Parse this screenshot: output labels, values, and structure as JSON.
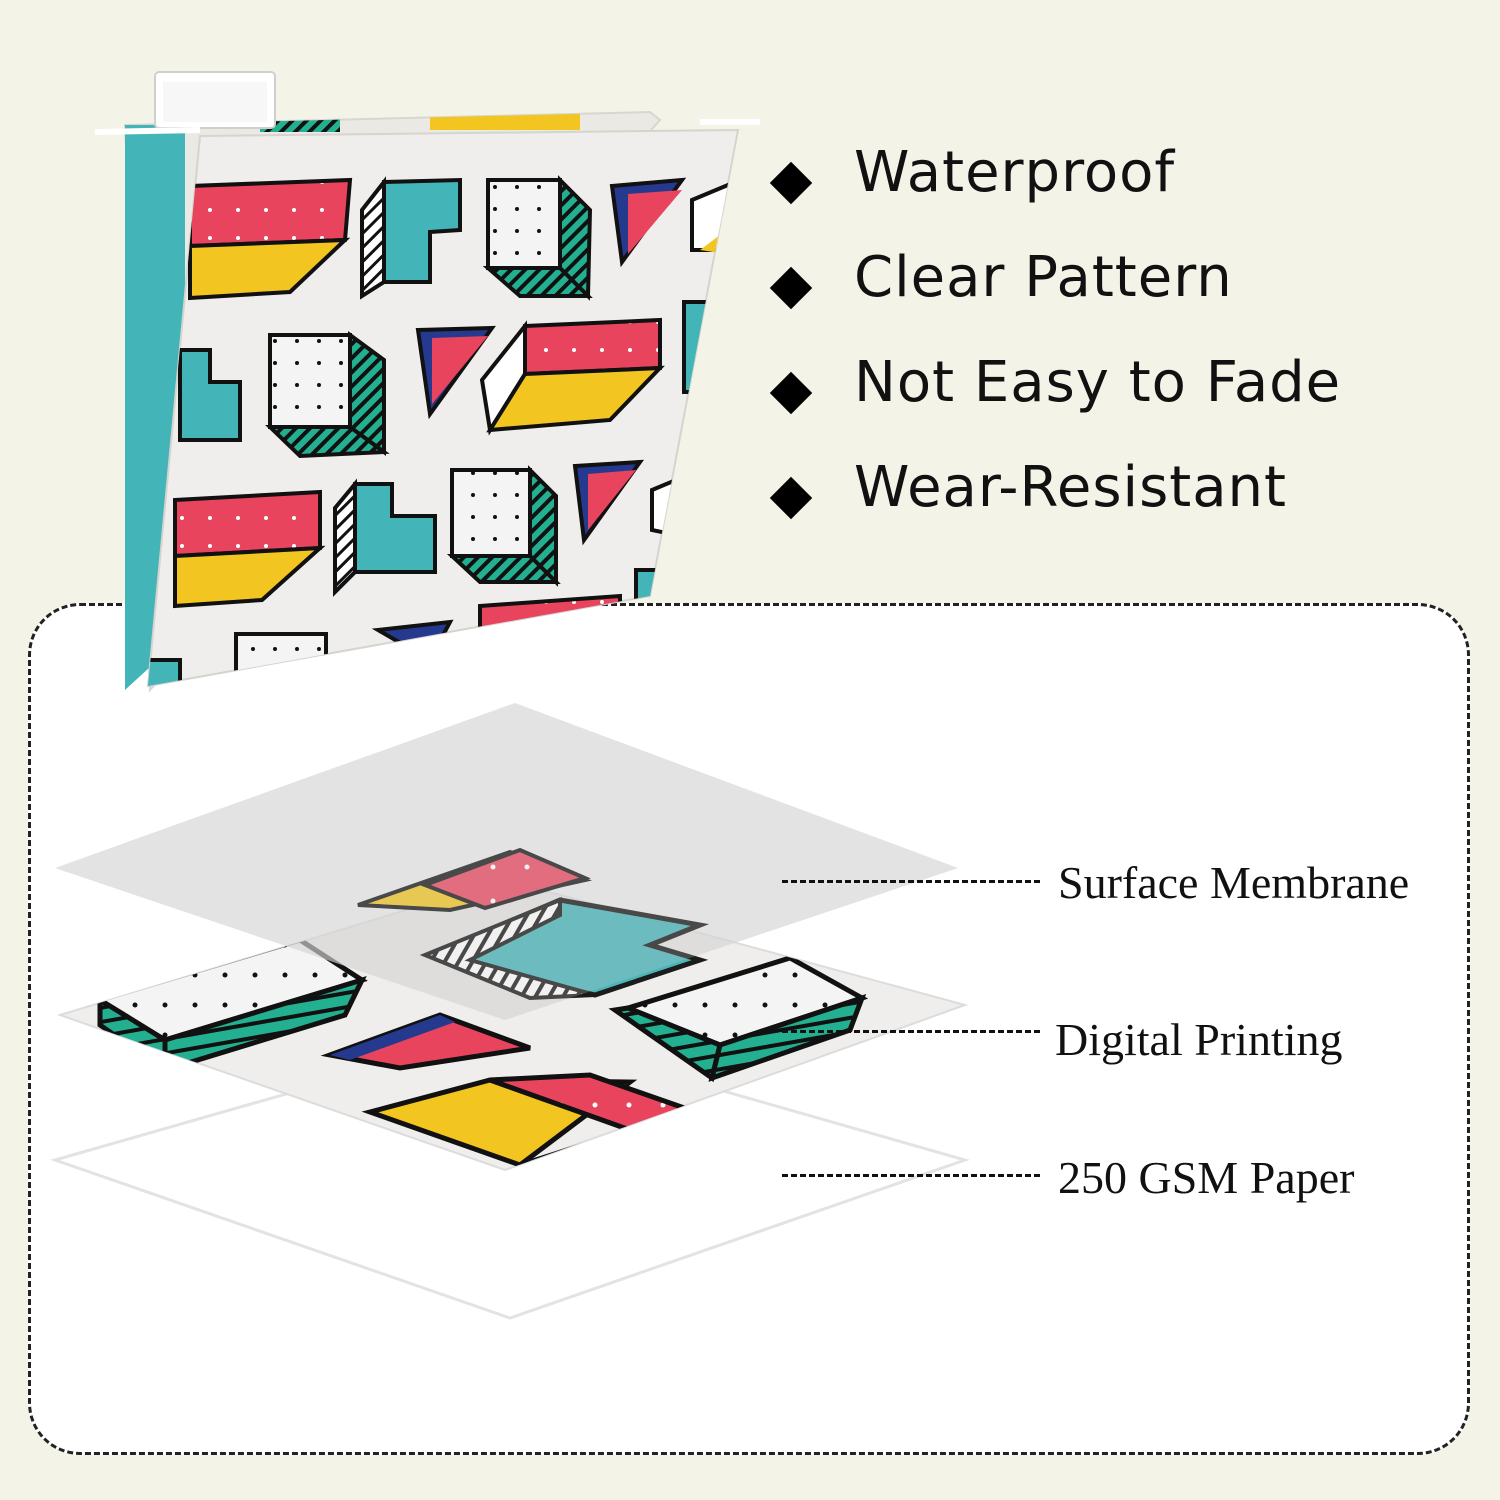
{
  "features": [
    {
      "label": "Waterproof"
    },
    {
      "label": "Clear Pattern"
    },
    {
      "label": "Not Easy to Fade"
    },
    {
      "label": "Wear-Resistant"
    }
  ],
  "layers": [
    {
      "label": "Surface Membrane"
    },
    {
      "label": "Digital Printing"
    },
    {
      "label": "250 GSM Paper"
    }
  ],
  "colors": {
    "background": "#f4f3e8",
    "pink": "#e8445e",
    "yellow": "#f2c521",
    "teal": "#43b4b8",
    "green": "#23b091",
    "navy": "#25398f",
    "paper": "#efeeec"
  },
  "icons": [
    "diamond-bullet-icon",
    "hanging-file-folder-illustration",
    "layer-stack-illustration"
  ]
}
